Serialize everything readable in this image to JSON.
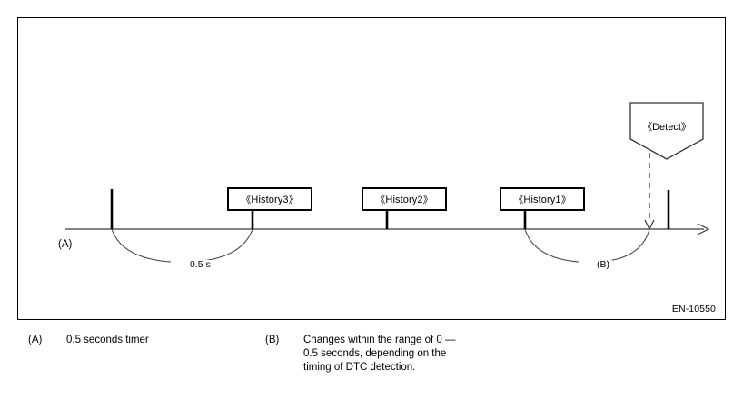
{
  "figure": {
    "code": "EN-10550",
    "axis_label": "(A)",
    "timeline": {
      "timer_duration_label": "0.5 s",
      "variable_delay_label": "(B)"
    },
    "nodes": [
      {
        "id": "history3",
        "label": "《History3》",
        "shape": "box"
      },
      {
        "id": "history2",
        "label": "《History2》",
        "shape": "box"
      },
      {
        "id": "history1",
        "label": "《History1》",
        "shape": "box"
      },
      {
        "id": "detect",
        "label": "《Detect》",
        "shape": "pentagon"
      }
    ]
  },
  "caption": {
    "items": [
      {
        "key": "(A)",
        "text": "0.5 seconds timer"
      },
      {
        "key": "(B)",
        "text": "Changes within the range of 0 —\n0.5 seconds, depending on the\ntiming of DTC detection."
      }
    ]
  },
  "colors": {
    "line": "#000000",
    "axis": "#3a3a3a",
    "curve": "#4a4a4a",
    "background": "#ffffff"
  }
}
